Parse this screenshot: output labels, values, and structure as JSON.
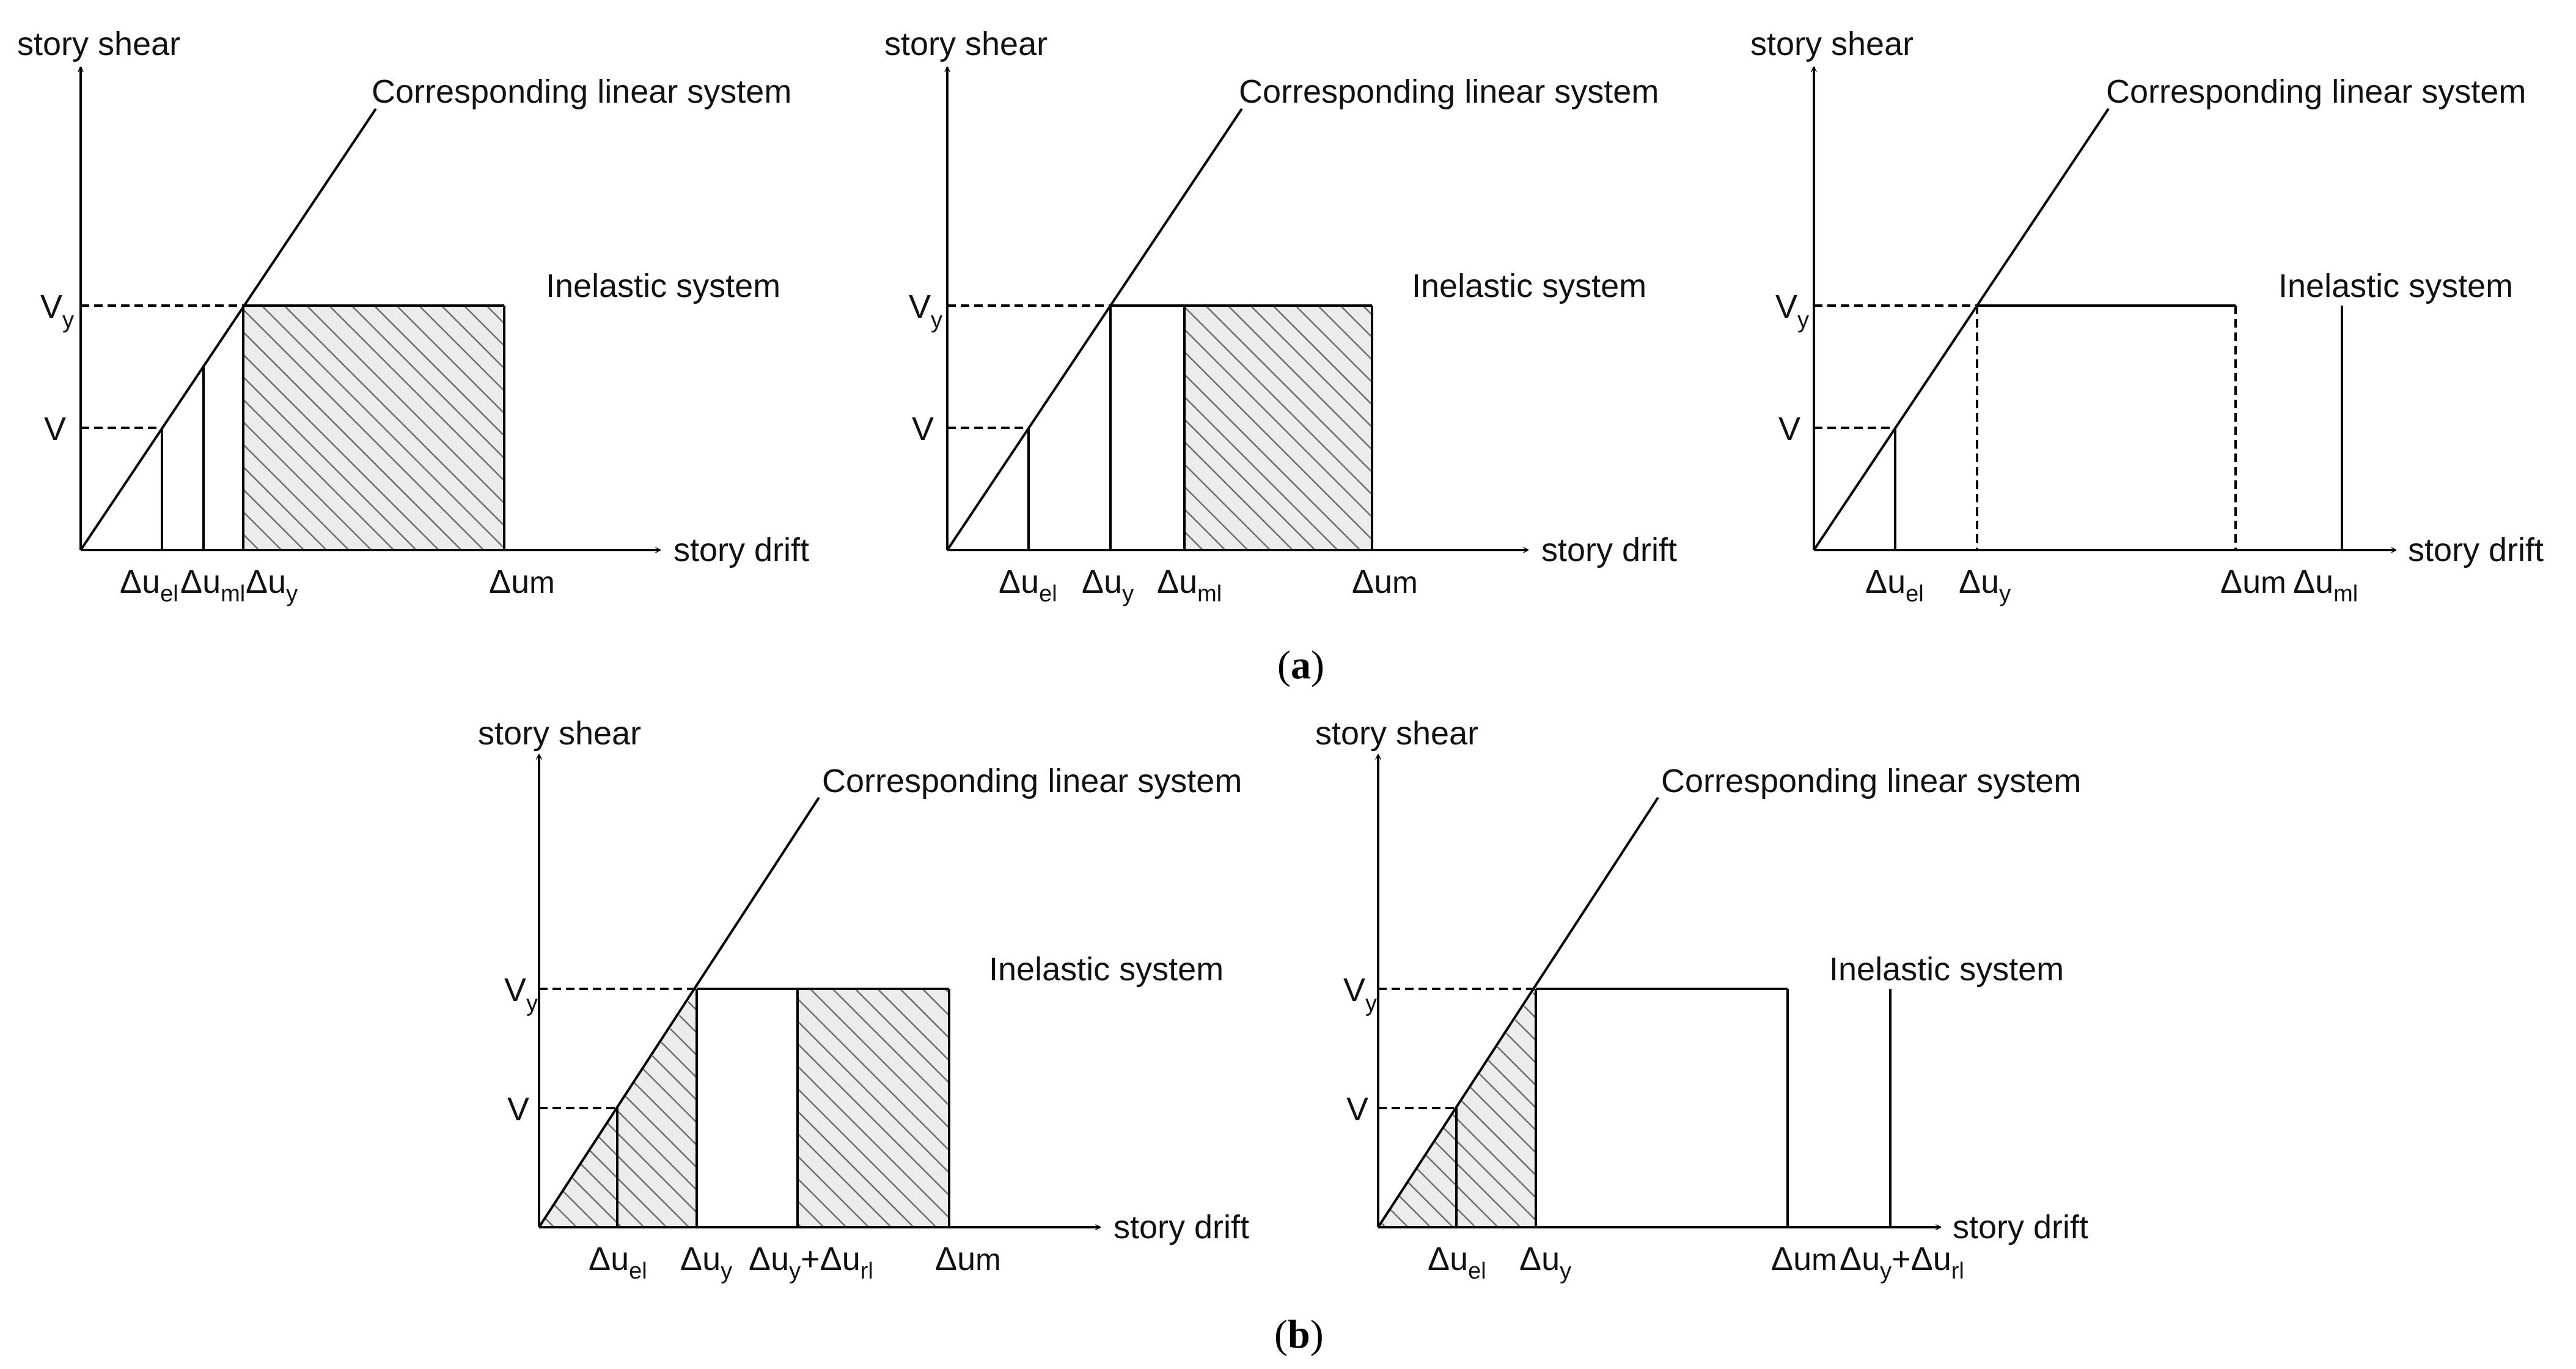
{
  "labels": {
    "y_axis": "story shear",
    "x_axis": "story drift",
    "linear": "Corresponding linear system",
    "inelastic": "Inelastic system",
    "Vy_main": "V",
    "Vy_sub": "y",
    "V": "V",
    "du": "Δu",
    "du_y_plus": "Δu",
    "plus": "+Δu",
    "sub_el": "el",
    "sub_ml": "ml",
    "sub_y": "y",
    "sub_m": "m",
    "sub_rl": "rl"
  },
  "captions": {
    "a_open": "(",
    "a": "a",
    "a_close": ")",
    "b_open": "(",
    "b": "b",
    "b_close": ")"
  },
  "colors": {
    "line": "#000000",
    "hatch": "#6e6e6e",
    "hatch_bg": "#ececec"
  },
  "panels": [
    {
      "id": "a1",
      "group": "a",
      "order": [
        "el",
        "ml",
        "y",
        "m"
      ],
      "hatch": [
        "y-to-m"
      ]
    },
    {
      "id": "a2",
      "group": "a",
      "order": [
        "el",
        "y",
        "ml",
        "m"
      ],
      "hatch": [
        "ml-to-m"
      ]
    },
    {
      "id": "a3",
      "group": "a",
      "order": [
        "el",
        "y",
        "m",
        "ml"
      ],
      "hatch": []
    },
    {
      "id": "b1",
      "group": "b",
      "order": [
        "el",
        "y",
        "y+rl",
        "m"
      ],
      "hatch": [
        "origin-triangle-to-y",
        "yrl-to-m"
      ]
    },
    {
      "id": "b2",
      "group": "b",
      "order": [
        "el",
        "y",
        "m",
        "y+rl"
      ],
      "hatch": [
        "origin-triangle-to-y"
      ]
    }
  ]
}
